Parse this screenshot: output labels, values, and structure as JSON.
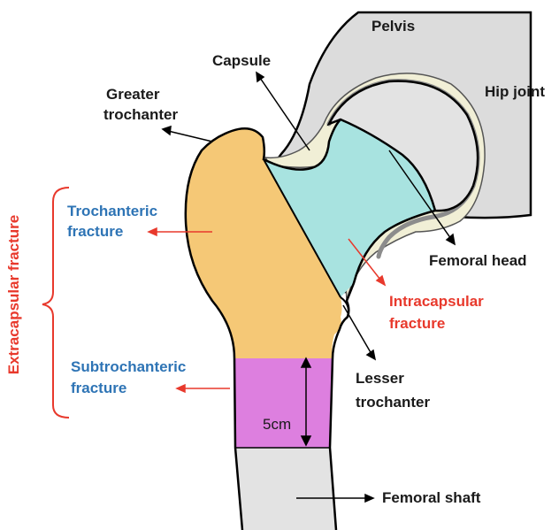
{
  "labels": {
    "pelvis": "Pelvis",
    "capsule": "Capsule",
    "hip_joint": "Hip joint",
    "greater_trochanter": [
      "Greater",
      "trochanter"
    ],
    "trochanteric_fracture": [
      "Trochanteric",
      "fracture"
    ],
    "femoral_head": "Femoral head",
    "intracapsular_fracture": [
      "Intracapsular",
      "fracture"
    ],
    "extracapsular_fracture": "Extracapsular fracture",
    "subtrochanteric_fracture": [
      "Subtrochanteric",
      "fracture"
    ],
    "lesser_trochanter": [
      "Lesser",
      "trochanter"
    ],
    "measure": "5cm",
    "femoral_shaft": "Femoral shaft"
  },
  "colors": {
    "pelvis_fill": "#dcdcdc",
    "bone_fill": "#e3e3e3",
    "capsule_fill": "#f1efd6",
    "cartilage": "#8c8c8c",
    "trochanteric_zone": "#f5c876",
    "intracapsular_zone": "#a8e3e0",
    "subtrochanteric_zone": "#dd7fdf",
    "outline": "#000000",
    "blue_text": "#2e74b5",
    "red_text": "#e8392c"
  }
}
